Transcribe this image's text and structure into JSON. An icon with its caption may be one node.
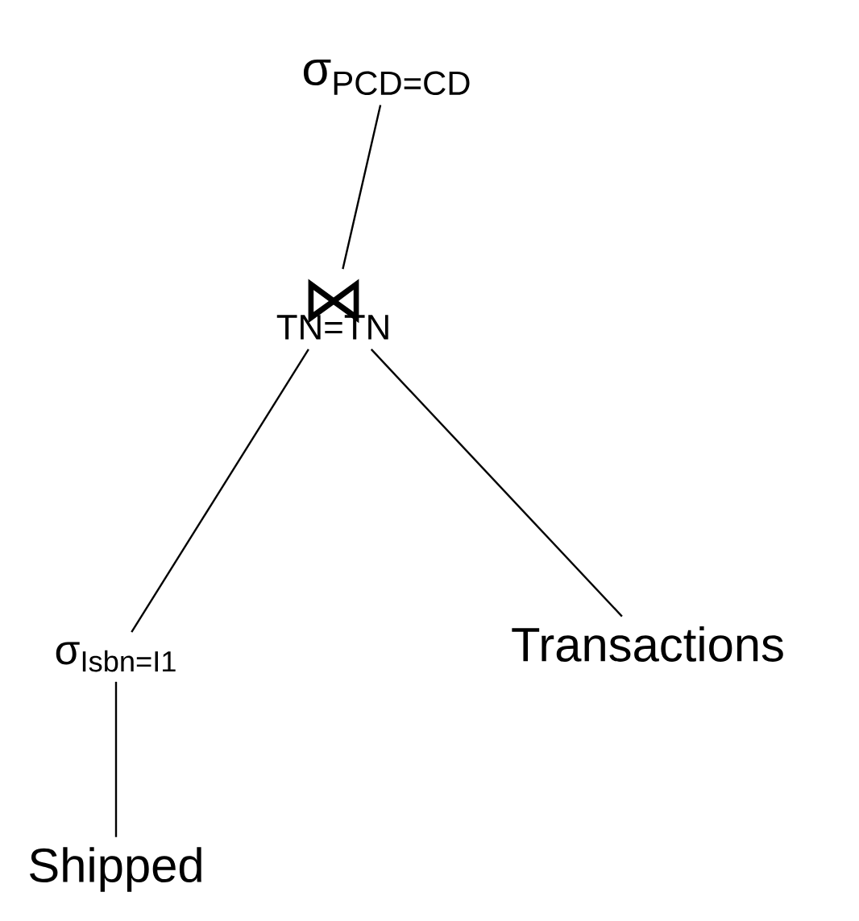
{
  "diagram": {
    "nodes": [
      {
        "text": [
          "σ$_{PCD=CD}$"
        ]
      },
      {
        "text": [
          "⋈",
          "TN=TN"
        ]
      },
      {
        "text": [
          "σ$_{Isbn=I1}$"
        ]
      },
      {
        "text": [
          "Transactions"
        ]
      },
      {
        "text": [
          "Shipped"
        ]
      }
    ],
    "edges": [
      {
        "from": 0,
        "to": 1,
        "arrow": "none"
      },
      {
        "from": 1,
        "to": 2,
        "arrow": "none"
      },
      {
        "from": 1,
        "to": 3,
        "arrow": "none"
      },
      {
        "from": 2,
        "to": 4,
        "arrow": "none"
      }
    ]
  }
}
